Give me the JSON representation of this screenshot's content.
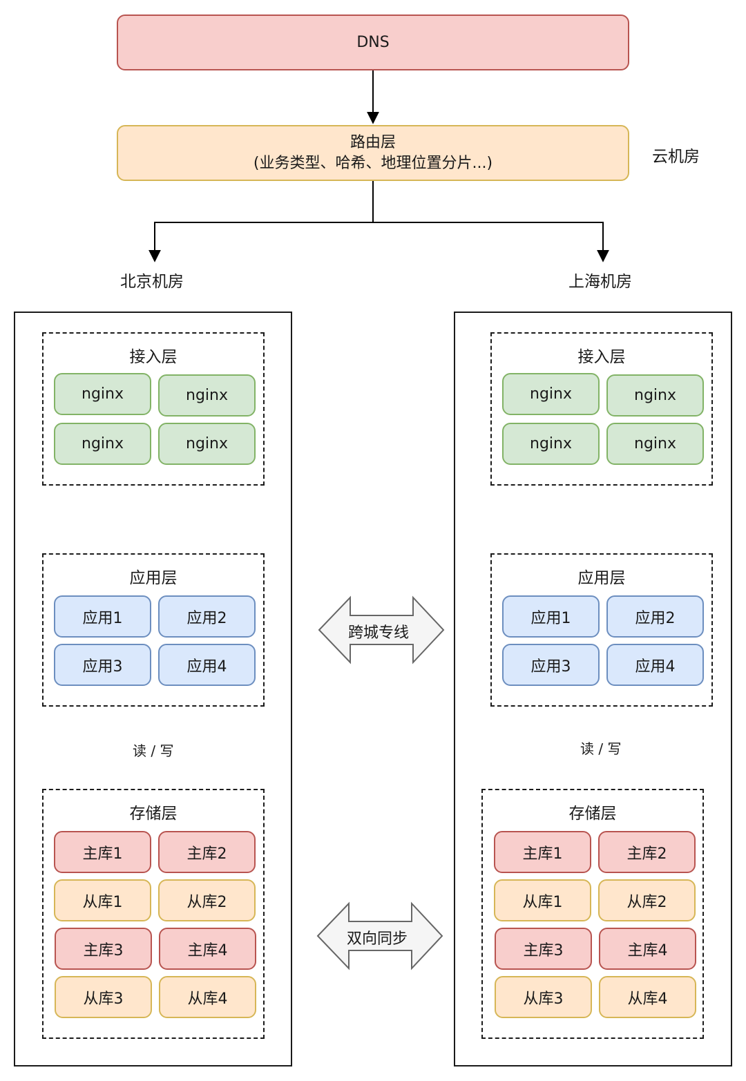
{
  "dns": "DNS",
  "router": {
    "title": "路由层",
    "subtitle": "(业务类型、哈希、地理位置分片...)"
  },
  "cloud_label": "云机房",
  "cross_city_label": "跨城专线",
  "sync_label": "双向同步",
  "rooms": [
    {
      "name": "北京机房",
      "access": {
        "title": "接入层",
        "nodes": [
          "nginx",
          "nginx",
          "nginx",
          "nginx"
        ]
      },
      "app": {
        "title": "应用层",
        "nodes": [
          "应用1",
          "应用2",
          "应用3",
          "应用4"
        ]
      },
      "rw_label": "读 / 写",
      "storage": {
        "title": "存储层",
        "nodes": [
          "主库1",
          "主库2",
          "从库1",
          "从库2",
          "主库3",
          "主库4",
          "从库3",
          "从库4"
        ]
      }
    },
    {
      "name": "上海机房",
      "access": {
        "title": "接入层",
        "nodes": [
          "nginx",
          "nginx",
          "nginx",
          "nginx"
        ]
      },
      "app": {
        "title": "应用层",
        "nodes": [
          "应用1",
          "应用2",
          "应用3",
          "应用4"
        ]
      },
      "rw_label": "读 / 写",
      "storage": {
        "title": "存储层",
        "nodes": [
          "主库1",
          "主库2",
          "从库1",
          "从库2",
          "主库3",
          "主库4",
          "从库3",
          "从库4"
        ]
      }
    }
  ],
  "colors": {
    "master": "#f8cecc",
    "slave": "#ffe6cc",
    "nginx": "#d5e8d4",
    "app": "#dae8fc"
  }
}
